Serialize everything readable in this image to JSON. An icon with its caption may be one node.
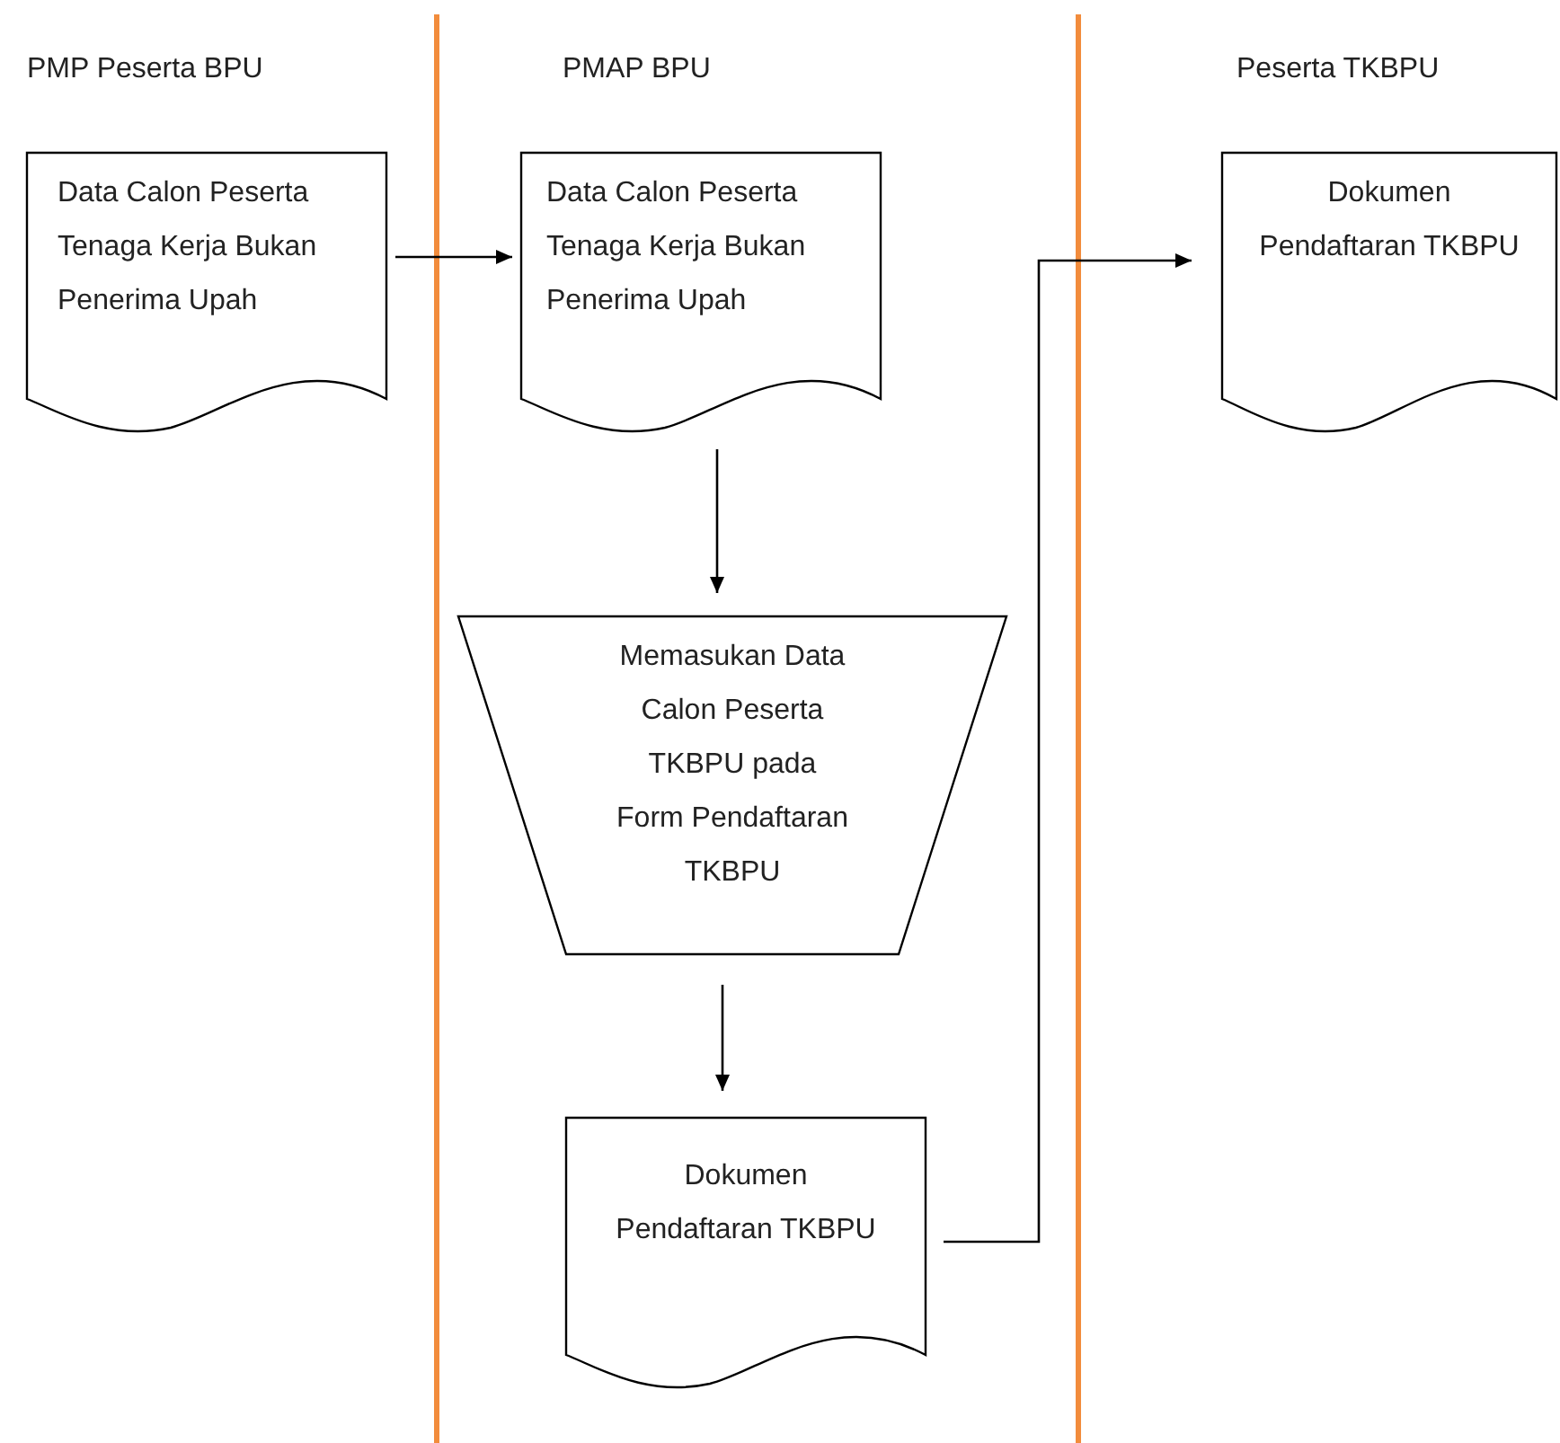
{
  "diagram": {
    "nodes": [
      {
        "text": [
          "Data Calon Peserta Tenaga Kerja Bukan Penerima Upah"
        ]
      },
      {
        "text": [
          "Data Calon Peserta Tenaga Kerja Bukan Penerima Upah"
        ]
      },
      {
        "text": [
          "Memasukan Data Calon Peserta TKBPU pada Form Pendaftaran TKBPU"
        ]
      },
      {
        "text": [
          "Dokumen Pendaftaran TKBPU"
        ]
      },
      {
        "text": [
          "Dokumen Pendaftaran TKBPU"
        ]
      }
    ],
    "edges": [
      {
        "from": 0,
        "to": 1,
        "arrow": "to"
      },
      {
        "from": 1,
        "to": 2,
        "arrow": "to"
      },
      {
        "from": 2,
        "to": 3,
        "arrow": "to"
      },
      {
        "from": 3,
        "to": 4,
        "arrow": "to"
      }
    ],
    "labels": [
      "PMP Peserta BPU",
      "PMAP BPU",
      "Peserta TKBPU"
    ]
  }
}
